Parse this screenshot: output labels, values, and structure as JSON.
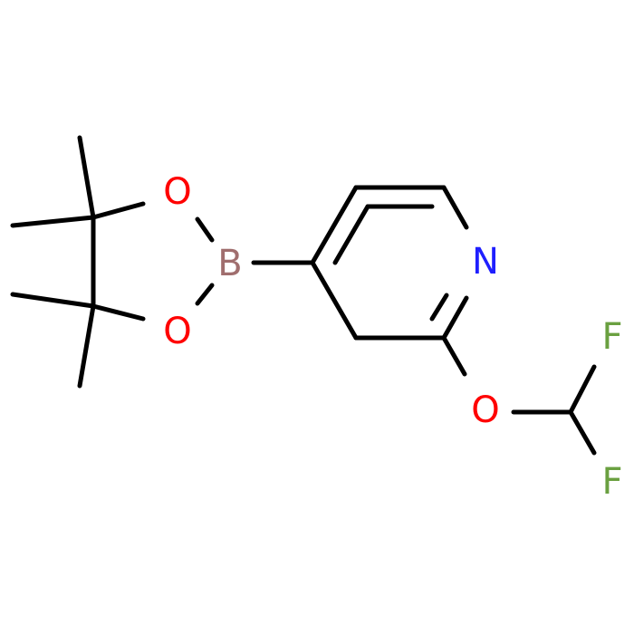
{
  "molecule": {
    "atoms": {
      "o_upper": {
        "symbol": "O",
        "color": "#ff0000"
      },
      "o_lower": {
        "symbol": "O",
        "color": "#ff0000"
      },
      "boron": {
        "symbol": "B",
        "color": "#a06e6e"
      },
      "nitrogen": {
        "symbol": "N",
        "color": "#1f1fff"
      },
      "o_ether": {
        "symbol": "O",
        "color": "#ff0000"
      },
      "f_upper": {
        "symbol": "F",
        "color": "#6aa040"
      },
      "f_lower": {
        "symbol": "F",
        "color": "#6aa040"
      }
    },
    "bond_color": "#000000"
  }
}
